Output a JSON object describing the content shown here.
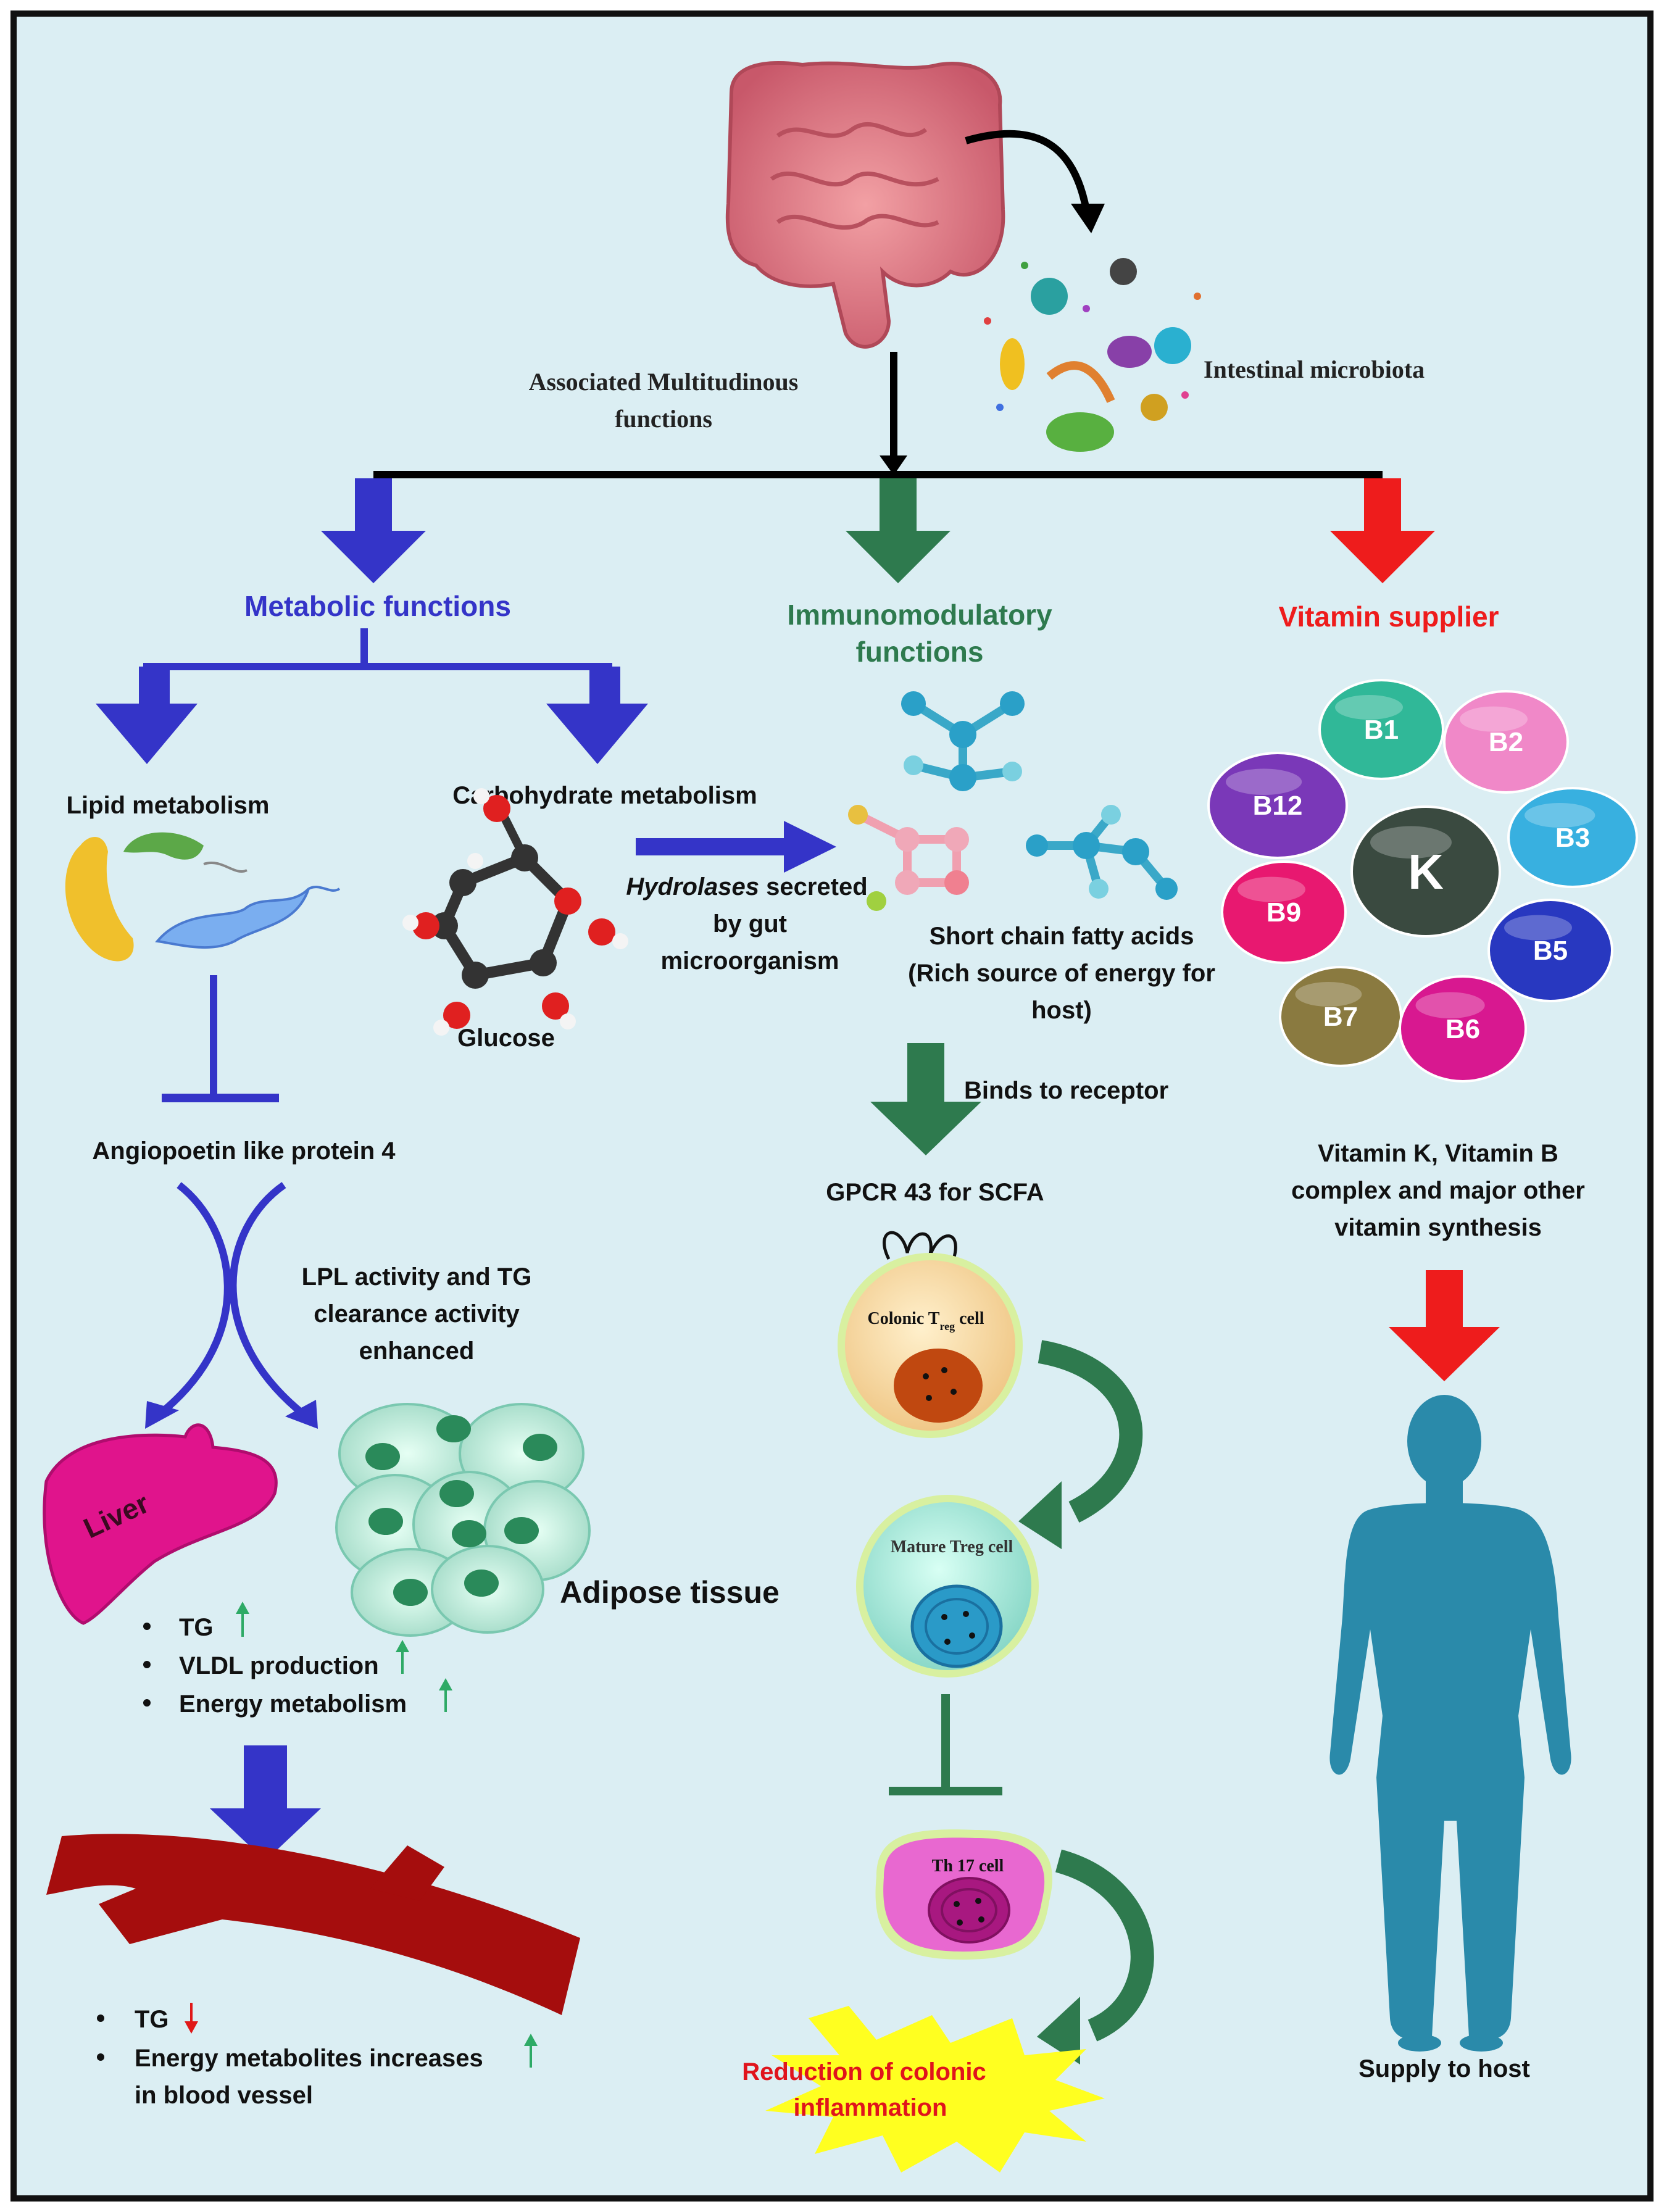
{
  "colors": {
    "background": "#dbeef3",
    "blue": "#3434c8",
    "green": "#2e7a4e",
    "red": "#ee1c1c",
    "dark_red": "#a50d0d",
    "liver": "#e0148c",
    "body": "#2a8aaa",
    "arrow_up": "#2eaa66",
    "arrow_down": "#e01818"
  },
  "header": {
    "associated_1": "Associated Multitudinous",
    "associated_2": "functions",
    "microbiota": "Intestinal microbiota"
  },
  "metabolic": {
    "title": "Metabolic functions",
    "lipid": "Lipid metabolism",
    "carbohydrate": "Carbohydrate metabolism",
    "glucose": "Glucose",
    "hydrolases_italic": "Hydrolases",
    "hydrolases_rest": " secreted",
    "hydrolases_2": "by gut",
    "hydrolases_3": "microorganism",
    "angiopoetin": "Angiopoetin like protein 4",
    "lpl_1": "LPL activity and TG",
    "lpl_2": "clearance activity",
    "lpl_3": "enhanced",
    "liver": "Liver",
    "adipose": "Adipose tissue",
    "liver_effects": [
      "TG",
      "VLDL production",
      "Energy metabolism"
    ],
    "blood_effect_1": "TG",
    "blood_effect_2": "Energy metabolites increases",
    "blood_effect_2b": "in blood vessel"
  },
  "immuno": {
    "title_1": "Immunomodulatory",
    "title_2": "functions",
    "scfa_1": "Short chain fatty acids",
    "scfa_2": "(Rich source of energy for",
    "scfa_3": "host)",
    "binds": "Binds to receptor",
    "gpcr": "GPCR 43 for SCFA",
    "colonic_treg": "Colonic T",
    "colonic_sub": "reg",
    "colonic_cell": "cell",
    "mature_treg": "Mature Treg cell",
    "th17": "Th 17 cell",
    "reduction_1": "Reduction of colonic",
    "reduction_2": "inflammation"
  },
  "vitamin": {
    "title": "Vitamin supplier",
    "bubbles": [
      {
        "label": "B1",
        "color": "#30b898"
      },
      {
        "label": "B2",
        "color": "#f088c8"
      },
      {
        "label": "B12",
        "color": "#7a38b8"
      },
      {
        "label": "K",
        "color": "#3a4a40"
      },
      {
        "label": "B3",
        "color": "#38b0e0"
      },
      {
        "label": "B9",
        "color": "#e81870"
      },
      {
        "label": "B5",
        "color": "#2838c0"
      },
      {
        "label": "B7",
        "color": "#8a7a40"
      },
      {
        "label": "B6",
        "color": "#d81890"
      }
    ],
    "synthesis_1": "Vitamin K, Vitamin B",
    "synthesis_2": "complex and major other",
    "synthesis_3": "vitamin synthesis",
    "supply": "Supply to host"
  }
}
